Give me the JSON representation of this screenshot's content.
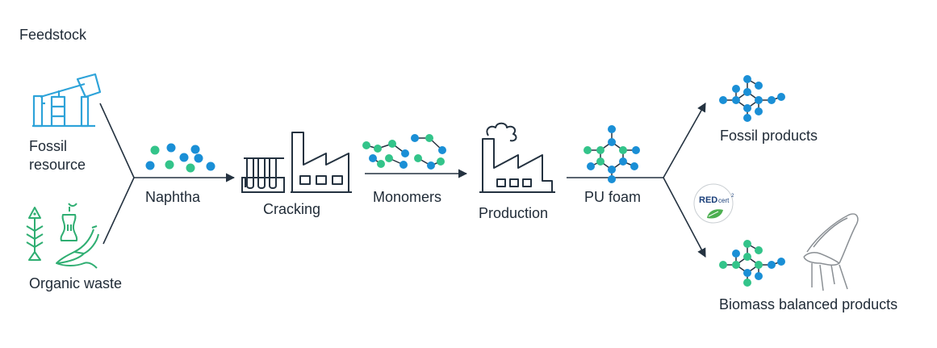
{
  "labels": {
    "feedstock": "Feedstock",
    "fossil_line1": "Fossil",
    "fossil_line2": "resource",
    "organic_waste": "Organic waste",
    "naphtha": "Naphtha",
    "cracking": "Cracking",
    "monomers": "Monomers",
    "production": "Production",
    "pu_foam": "PU foam",
    "fossil_products": "Fossil products",
    "biomass_products": "Biomass balanced products"
  },
  "logo": {
    "text_red": "RED",
    "text_cert": "cert",
    "superscript": "2"
  },
  "colors": {
    "blue": "#1a8fd6",
    "green": "#33c48a",
    "line": "#243240",
    "icon_blue": "#2ea3d9",
    "icon_green": "#2fae72",
    "text": "#1f2a36"
  },
  "icons": [
    "oil-pump-icon",
    "fish-bone-icon",
    "apple-core-icon",
    "banana-peel-icon",
    "test-tubes-icon",
    "factory-icon",
    "chair-icon",
    "redcert-logo"
  ]
}
